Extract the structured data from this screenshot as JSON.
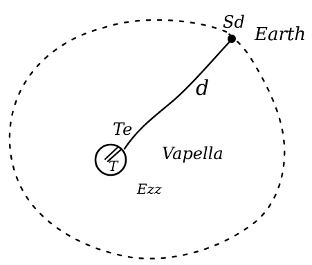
{
  "diagram": {
    "labels": {
      "sd": "Sd",
      "earth": "Earth",
      "distance": "d",
      "te": "Te",
      "vapella": "Vapella",
      "t": "T",
      "ezz": "Ezz"
    },
    "colors": {
      "ink": "#000000",
      "background": "#ffffff"
    }
  }
}
